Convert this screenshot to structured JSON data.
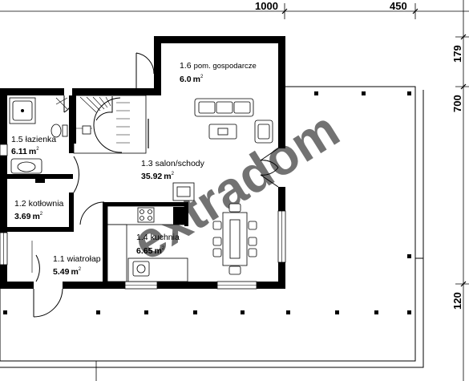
{
  "dimensions": {
    "top": [
      "1000",
      "450"
    ],
    "right": [
      "179",
      "700",
      "120"
    ]
  },
  "rooms": [
    {
      "id": "1.1",
      "name": "wiatrołap",
      "area": "5.49"
    },
    {
      "id": "1.2",
      "name": "kotłownia",
      "area": "3.69"
    },
    {
      "id": "1.3",
      "name": "salon/schody",
      "area": "35.92"
    },
    {
      "id": "1.4",
      "name": "kuchnia",
      "area": "6.65"
    },
    {
      "id": "1.5",
      "name": "łazienka",
      "area": "6.11"
    },
    {
      "id": "1.6",
      "name": "pom. gospodarcze",
      "area": "6.0"
    }
  ],
  "unit": "m",
  "unit_exp": "2",
  "watermark": "extradom"
}
